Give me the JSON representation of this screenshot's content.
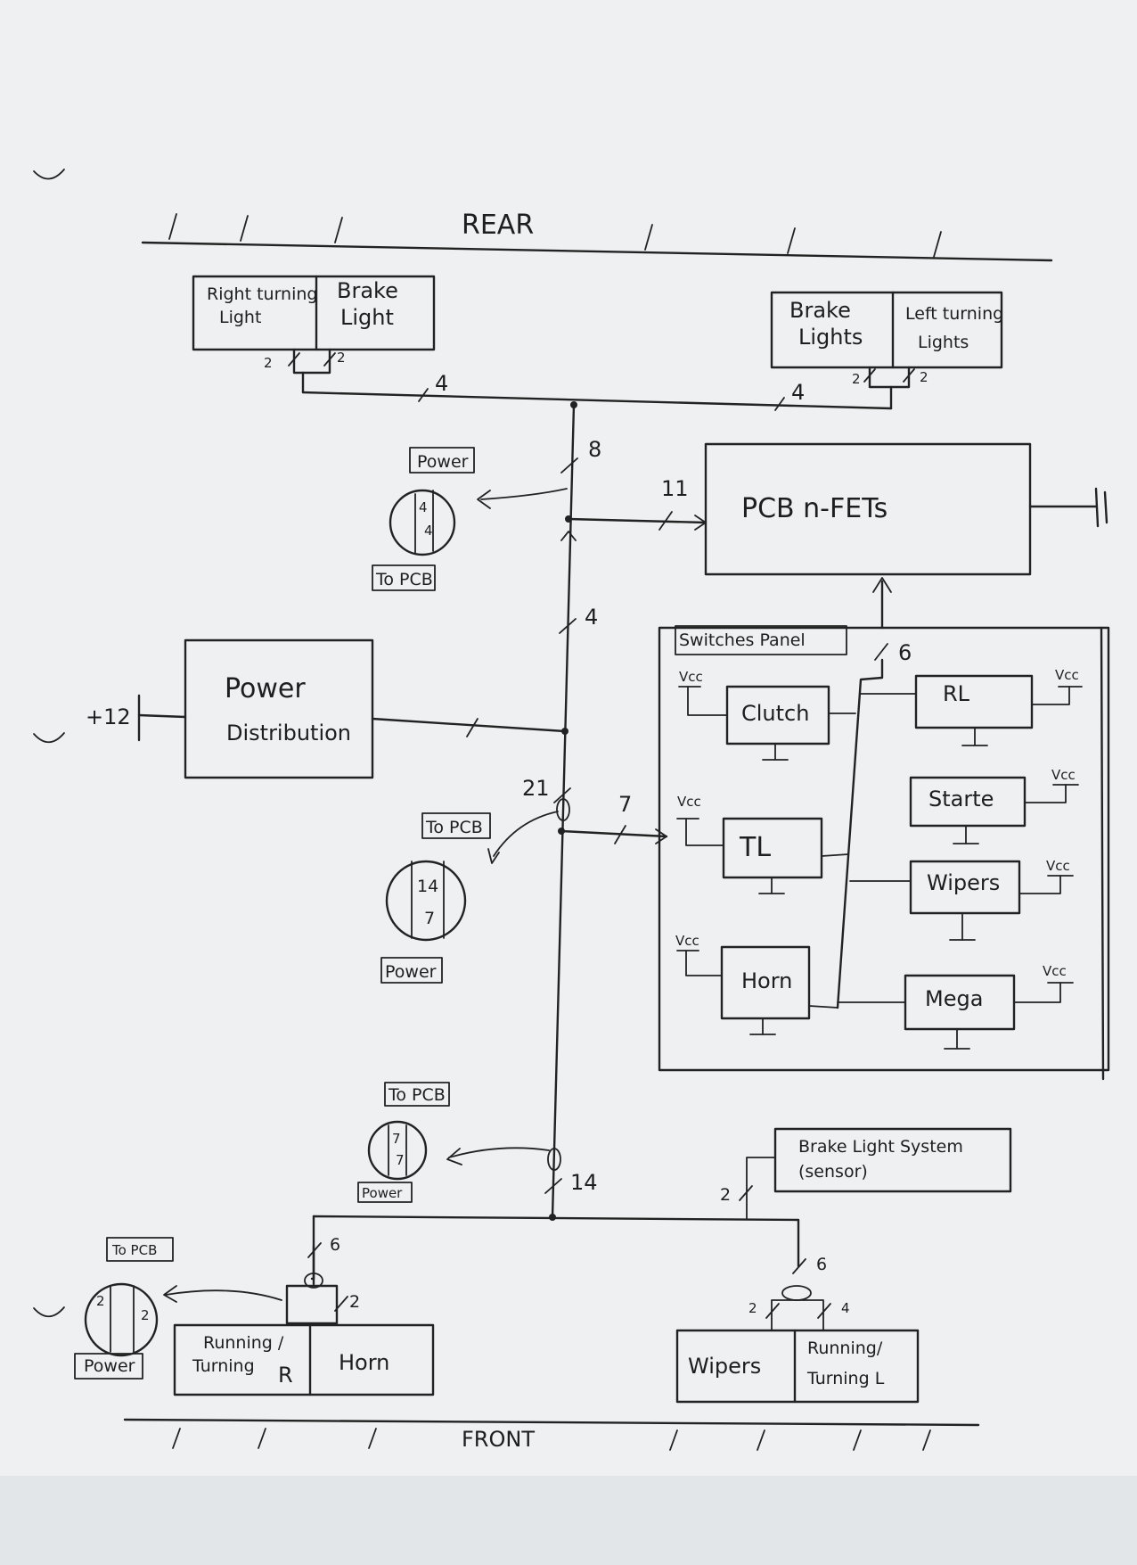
{
  "edges": {
    "rear": "REAR",
    "front": "FRONT"
  },
  "rear_left": {
    "right_turning": [
      "Right turning",
      "Light"
    ],
    "brake": [
      "Brake",
      "Light"
    ],
    "w1": "2",
    "w2": "2",
    "bus": "4"
  },
  "rear_right": {
    "brake": [
      "Brake",
      "Lights"
    ],
    "left_turning": [
      "Left turning",
      "Lights"
    ],
    "w1": "2",
    "w2": "2",
    "bus": "4"
  },
  "pcb": {
    "label": "PCB  n-FETs",
    "wire_in": "11"
  },
  "connectors": {
    "c1": {
      "top": "Power",
      "bottom": "To PCB",
      "n1": "4",
      "n2": "4"
    },
    "c2": {
      "top": "To PCB",
      "bottom": "Power",
      "n1": "14",
      "n2": "7"
    },
    "c3": {
      "top": "To PCB",
      "bottom": "Power",
      "n1": "7",
      "n2": "7"
    },
    "c4": {
      "top": "To PCB",
      "bottom": "Power",
      "n1": "2",
      "n2": "2"
    }
  },
  "trunk_wires": {
    "w8": "8",
    "w4": "4",
    "w21": "21",
    "w14": "14",
    "w7": "7"
  },
  "power": {
    "label": [
      "Power",
      "Distribution"
    ],
    "supply": "+12"
  },
  "switches": {
    "title": "Switches Panel",
    "out": "6",
    "vcc": "Vcc",
    "items": [
      "Clutch",
      "TL",
      "Horn",
      "RL",
      "Starte",
      "Wipers",
      "Mega"
    ]
  },
  "brake_sensor": {
    "label": [
      "Brake Light System",
      "(sensor)"
    ],
    "wire": "2"
  },
  "front_left": {
    "running": [
      "Running /",
      "Turning",
      "R"
    ],
    "horn": "Horn",
    "w_in": "6",
    "w2": "2"
  },
  "front_right": {
    "wipers": "Wipers",
    "running": [
      "Running/",
      "Turning L"
    ],
    "w_in": "6",
    "w2": "2",
    "w4": "4"
  }
}
